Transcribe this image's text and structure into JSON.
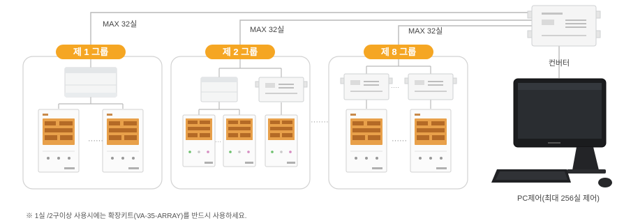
{
  "groups": [
    {
      "label": "제 1 그룹",
      "max_label": "MAX 32실"
    },
    {
      "label": "제 2 그룹",
      "max_label": "MAX 32실"
    },
    {
      "label": "제 8 그룹",
      "max_label": "MAX 32실"
    }
  ],
  "converter_label": "컨버터",
  "pc_label": "PC제어(최대 256실 제어)",
  "footnote": "※ 1실 /2구이상 사용시에는 확장키트(VA-35-ARRAY)를 반드시 사용하세요.",
  "colors": {
    "accent_orange": "#f5a623",
    "line_gray": "#b9b9b9",
    "panel_border": "#d2d2d2",
    "screen_orange": "#e8a04a"
  }
}
